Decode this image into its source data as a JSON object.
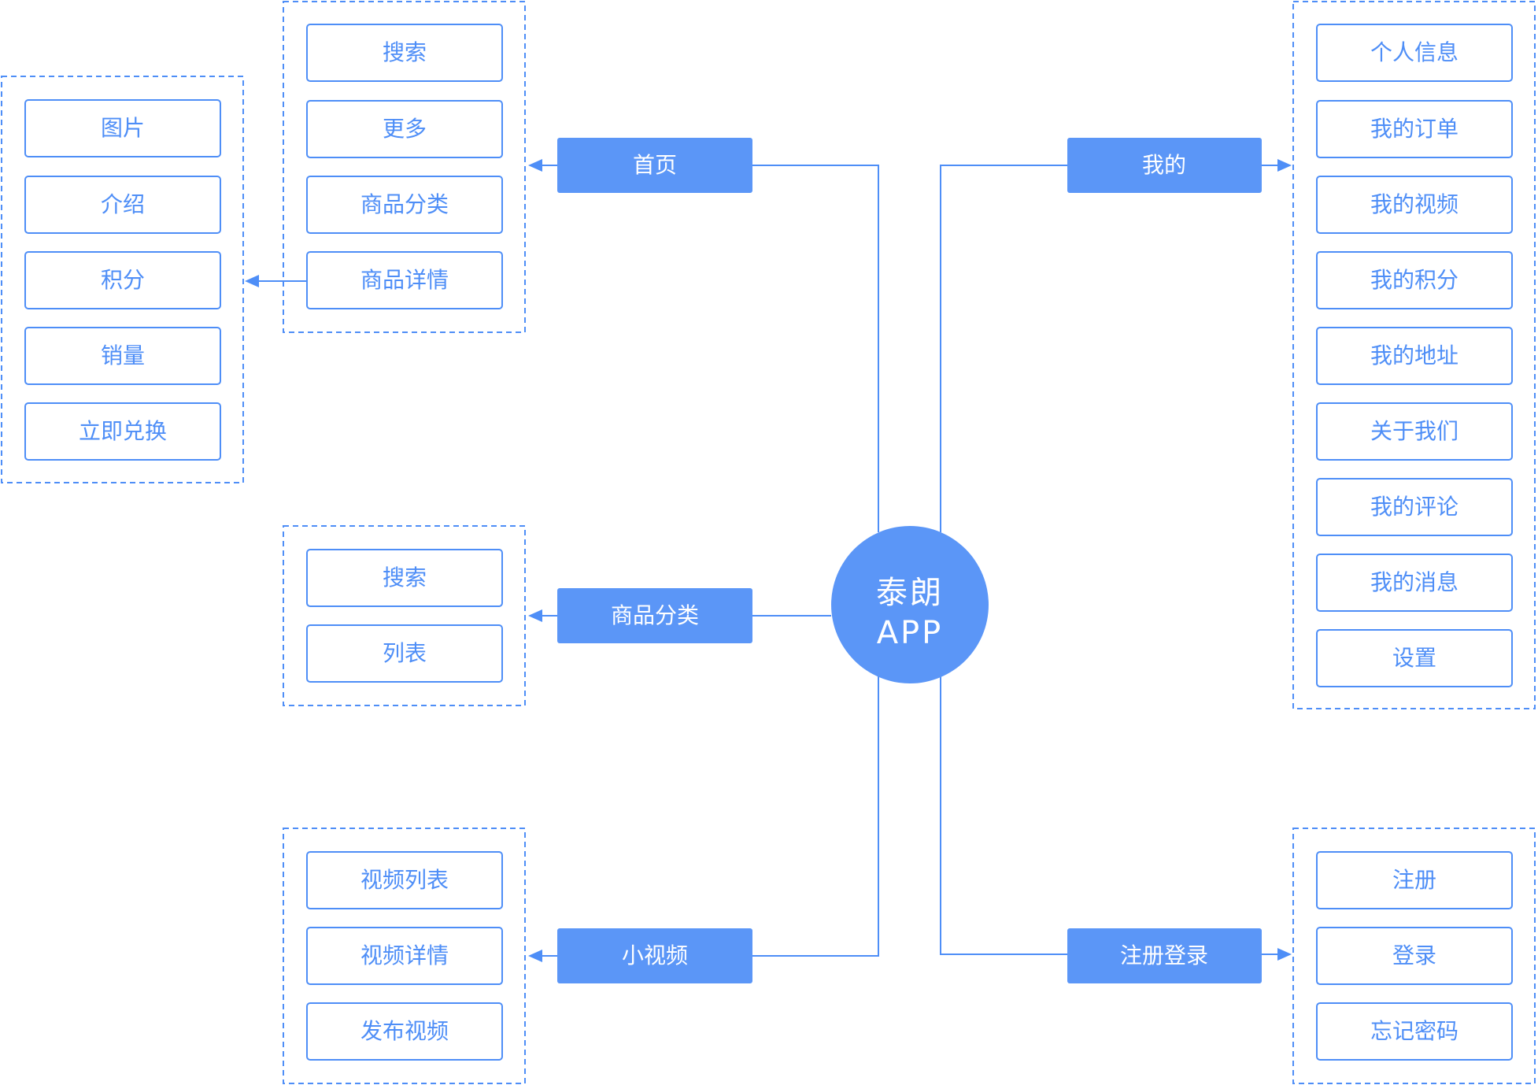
{
  "center": {
    "line1": "泰朗",
    "line2": "APP"
  },
  "branches": {
    "home": {
      "label": "首页",
      "items": [
        "搜索",
        "更多",
        "商品分类",
        "商品详情"
      ]
    },
    "product_detail": {
      "items": [
        "图片",
        "介绍",
        "积分",
        "销量",
        "立即兑换"
      ]
    },
    "category": {
      "label": "商品分类",
      "items": [
        "搜索",
        "列表"
      ]
    },
    "video": {
      "label": "小视频",
      "items": [
        "视频列表",
        "视频详情",
        "发布视频"
      ]
    },
    "mine": {
      "label": "我的",
      "items": [
        "个人信息",
        "我的订单",
        "我的视频",
        "我的积分",
        "我的地址",
        "关于我们",
        "我的评论",
        "我的消息",
        "设置"
      ]
    },
    "auth": {
      "label": "注册登录",
      "items": [
        "注册",
        "登录",
        "忘记密码"
      ]
    }
  },
  "colors": {
    "accent": "#5b96f7",
    "line": "#4e8ef7",
    "background": "#ffffff"
  }
}
